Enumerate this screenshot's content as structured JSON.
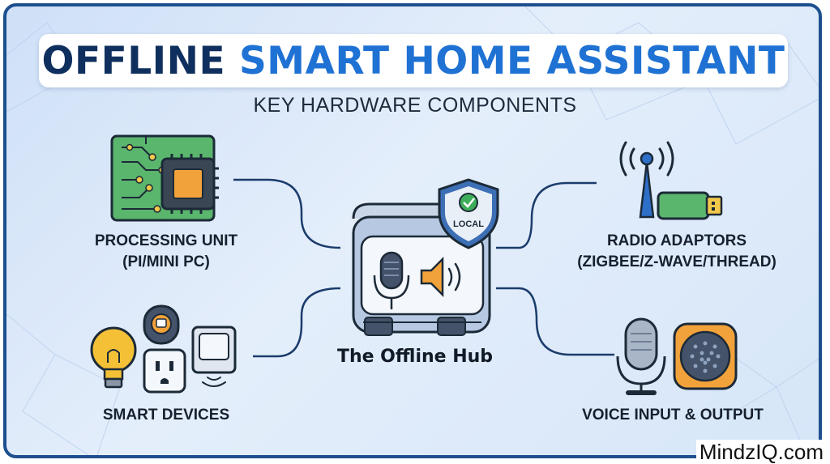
{
  "title": {
    "part1": "OFFLINE",
    "part2": "SMART HOME ASSISTANT"
  },
  "subtitle": "KEY HARDWARE COMPONENTS",
  "hub": {
    "label": "The Offline Hub",
    "badge": "LOCAL"
  },
  "components": {
    "processing": {
      "line1": "PROCESSING UNIT",
      "line2": "(PI/MINI PC)"
    },
    "radio": {
      "line1": "RADIO ADAPTORS",
      "line2": "(ZIGBEE/Z-WAVE/THREAD)"
    },
    "devices": {
      "line1": "SMART DEVICES"
    },
    "voice": {
      "line1": "VOICE INPUT & OUTPUT"
    }
  },
  "watermark": "MindzIQ.com",
  "colors": {
    "frame": "#1d4f8f",
    "title_dark": "#0f2f5e",
    "title_blue": "#1f72d3",
    "connector": "#1b3c6b",
    "circuit_green": "#5ab56d",
    "chip_orange": "#f2a23a"
  }
}
